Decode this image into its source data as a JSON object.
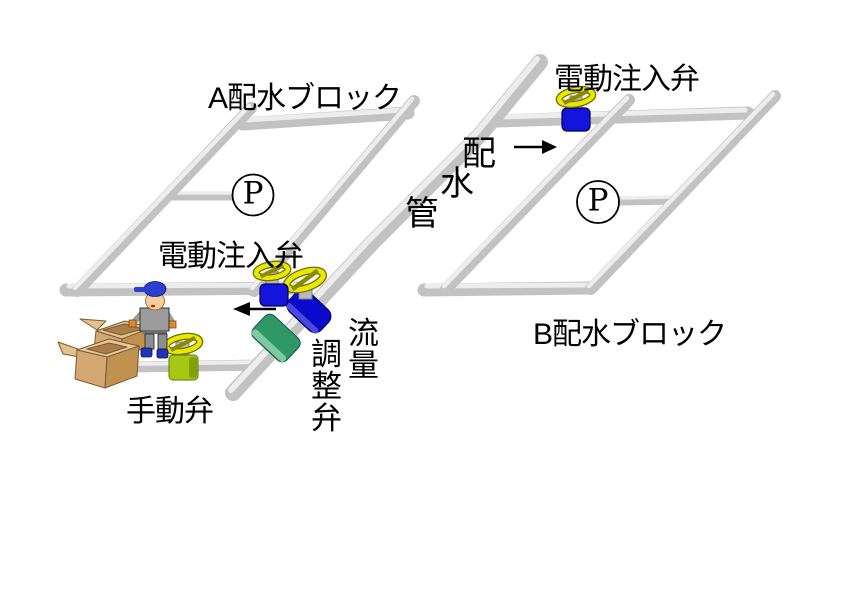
{
  "diagram": {
    "type": "water-distribution-schematic",
    "block_a_label": "A配水ブロック",
    "block_b_label": "B配水ブロック",
    "electric_injection_valve_a_label": "電動注入弁",
    "electric_injection_valve_b_label": "電動注入弁",
    "main_pipe_label_char1": "配",
    "main_pipe_label_char2": "水",
    "main_pipe_label_char3": "管",
    "manual_valve_label": "手動弁",
    "flow_valve_label_col_right": "流量",
    "flow_valve_label_col_left": "調整弁",
    "pressure_gauge_a_label": "P",
    "pressure_gauge_b_label": "P"
  },
  "colors": {
    "background": "#FFFFFF",
    "pipe_gray": "#C2C2C2",
    "pipe_highlight": "#EDEDED",
    "valve_blue": "#1414DC",
    "flow_valve_blue": "#0A0ACC",
    "saddle_green": "#2E9966",
    "saddle_green_light": "#7FC9A3",
    "wheel_yellow": "#E8E800",
    "wheel_slash_olive": "#8A8A00",
    "manual_valve_body": "#A6C814",
    "stem_gray": "#B8B8B8",
    "box_tan": "#D4A873",
    "box_tan_light": "#E4C08D",
    "box_tan_dark": "#C0914F",
    "person_shirt": "#9C9C9C",
    "person_skin": "#F5CE9E",
    "person_cap": "#2B3FD0",
    "person_hand": "#D98A2B",
    "person_boot": "#2233BB",
    "arrow_black": "#000000"
  }
}
